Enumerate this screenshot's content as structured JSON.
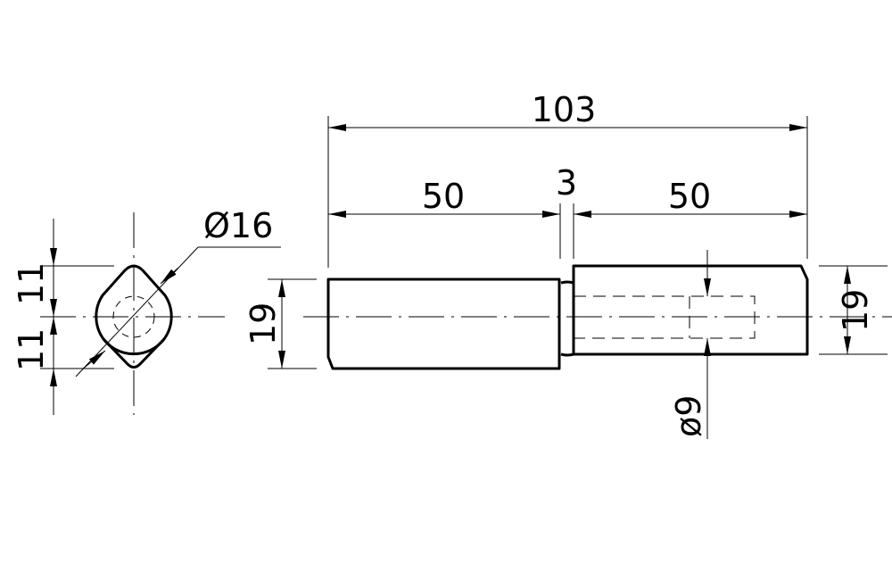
{
  "dimensions": {
    "overall_length": "103",
    "left_length": "50",
    "gap": "3",
    "right_length": "50",
    "left_diameter": "19",
    "right_diameter": "19",
    "bore": "ø9",
    "end_diameter": "Ø16",
    "upper_half": "11",
    "lower_half": "11"
  }
}
